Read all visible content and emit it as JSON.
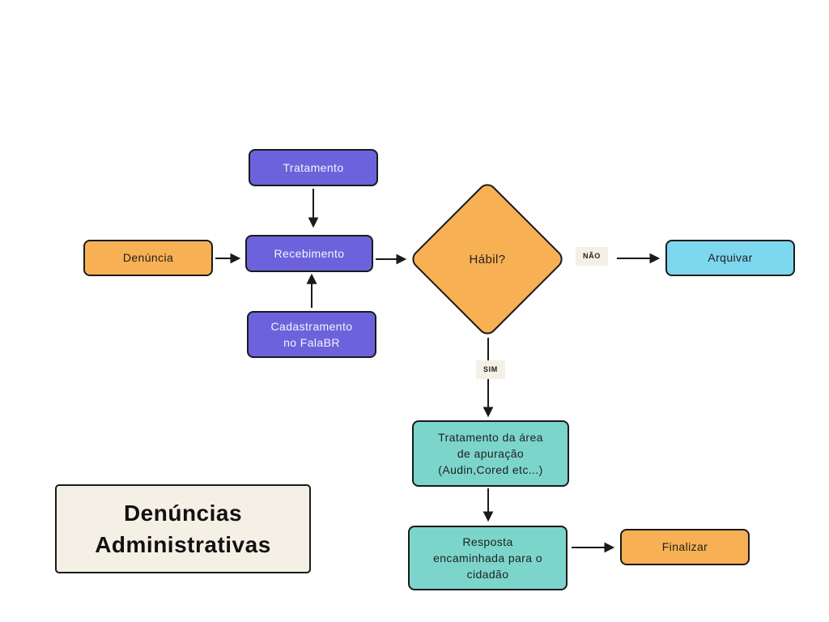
{
  "diagram_title": "Denúncias Administrativas",
  "nodes": {
    "tratamento": "Tratamento",
    "denuncia": "Denúncia",
    "recebimento": "Recebimento",
    "cadastramento_falabr": "Cadastramento no FalaBR",
    "decisao_habil": "Hábil?",
    "arquivar": "Arquivar",
    "tratamento_area_apuracao": "Tratamento da área de apuração (Audin,Cored etc...)",
    "resposta_cidadao": "Resposta encaminhada para o cidadão",
    "finalizar": "Finalizar"
  },
  "edge_labels": {
    "nao": "NÃO",
    "sim": "SIM"
  },
  "colors": {
    "node_purple": "#6C63DC",
    "node_orange": "#F8B054",
    "node_blue": "#7DD7EE",
    "node_teal": "#7CD5CB",
    "label_beige": "#F5F0E6",
    "outline_black": "#1A1A1A",
    "background": "#FFFFFF"
  }
}
